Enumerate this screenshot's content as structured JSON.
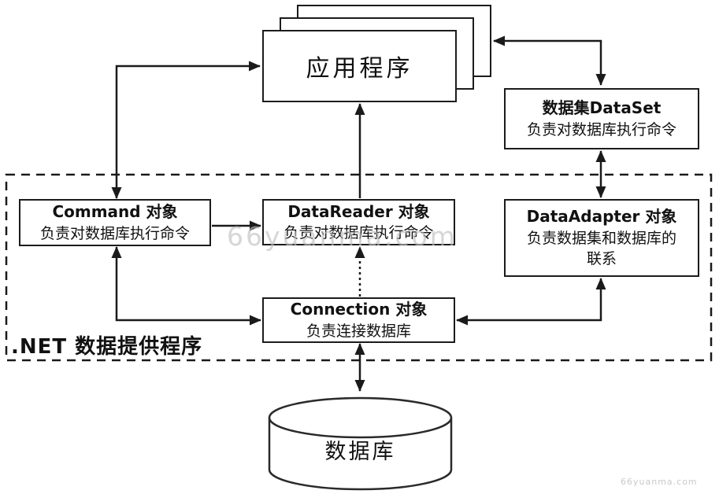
{
  "application": {
    "title": "应用程序"
  },
  "dataset_box": {
    "title": "数据集DataSet",
    "subtitle": "负责对数据库执行命令"
  },
  "command_box": {
    "title": "Command 对象",
    "subtitle": "负责对数据库执行命令"
  },
  "datareader_box": {
    "title": "DataReader 对象",
    "subtitle": "负责对数据库执行命令"
  },
  "dataadapter_box": {
    "title": "DataAdapter 对象",
    "subtitle": "负责数据集和数据库的",
    "subtitle2": "联系"
  },
  "connection_box": {
    "title": "Connection 对象",
    "subtitle": "负责连接数据库"
  },
  "provider_frame": {
    "label": ".NET 数据提供程序"
  },
  "database": {
    "label": "数据库"
  },
  "watermark": {
    "center_text": "66yuanma.com",
    "corner_text": "66yuanma.com"
  },
  "colors": {
    "line": "#1a1a1a",
    "background": "#ffffff",
    "watermark": "#bdbdbd"
  }
}
